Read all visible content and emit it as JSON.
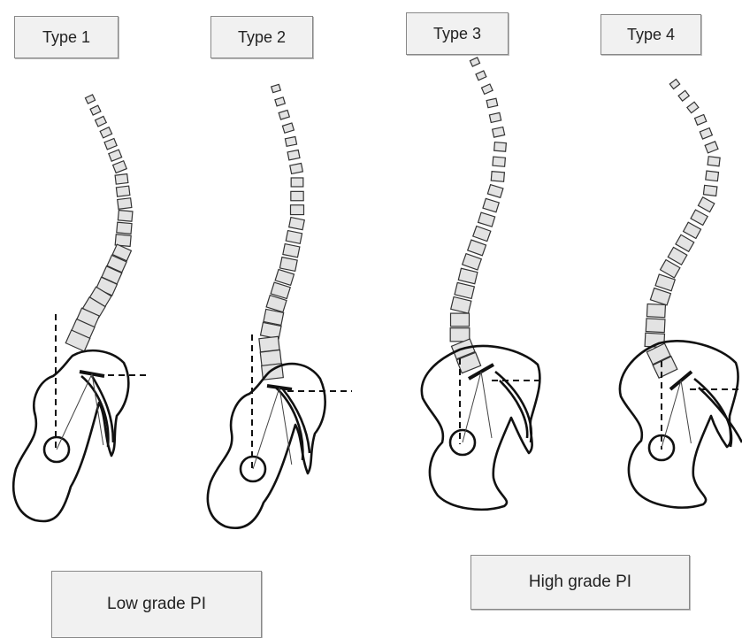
{
  "types": [
    {
      "label": "Type 1"
    },
    {
      "label": "Type 2"
    },
    {
      "label": "Type 3"
    },
    {
      "label": "Type 4"
    }
  ],
  "groups": {
    "low": "Low grade PI",
    "high": "High grade PI"
  }
}
